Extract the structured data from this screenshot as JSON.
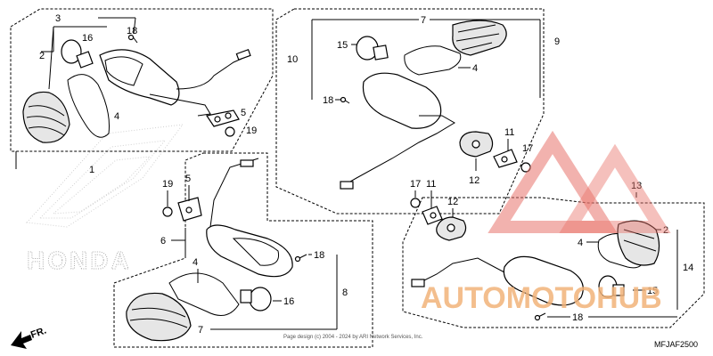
{
  "diagram": {
    "code": "MFJAF2500",
    "footer_text": "Page design (c) 2004 - 2024 by ARI Network Services, Inc.",
    "brand_watermark": "HONDA",
    "dealer_watermark": "AUTOMOTOHUB",
    "direction_label": "FR."
  },
  "callouts": {
    "c1": "1",
    "c2a": "2",
    "c3": "3",
    "c4a": "4",
    "c5a": "5",
    "c16a": "16",
    "c18a": "18",
    "c19a": "19",
    "c19b": "19",
    "c5b": "5",
    "c6": "6",
    "c4b": "4",
    "c18b": "18",
    "c16b": "16",
    "c7b": "7",
    "c8": "8",
    "c7a": "7",
    "c9": "9",
    "c10": "10",
    "c15a": "15",
    "c4c": "4",
    "c18c": "18",
    "c11a": "11",
    "c17a": "17",
    "c12a": "12",
    "c17b": "17",
    "c11b": "11",
    "c12b": "12",
    "c13": "13",
    "c2b": "2",
    "c4d": "4",
    "c14": "14",
    "c15b": "15",
    "c18d": "18"
  },
  "colors": {
    "watermark_red": "#e8736b",
    "watermark_orange": "#f2b37a",
    "honda_gray": "#b0b0b0"
  }
}
